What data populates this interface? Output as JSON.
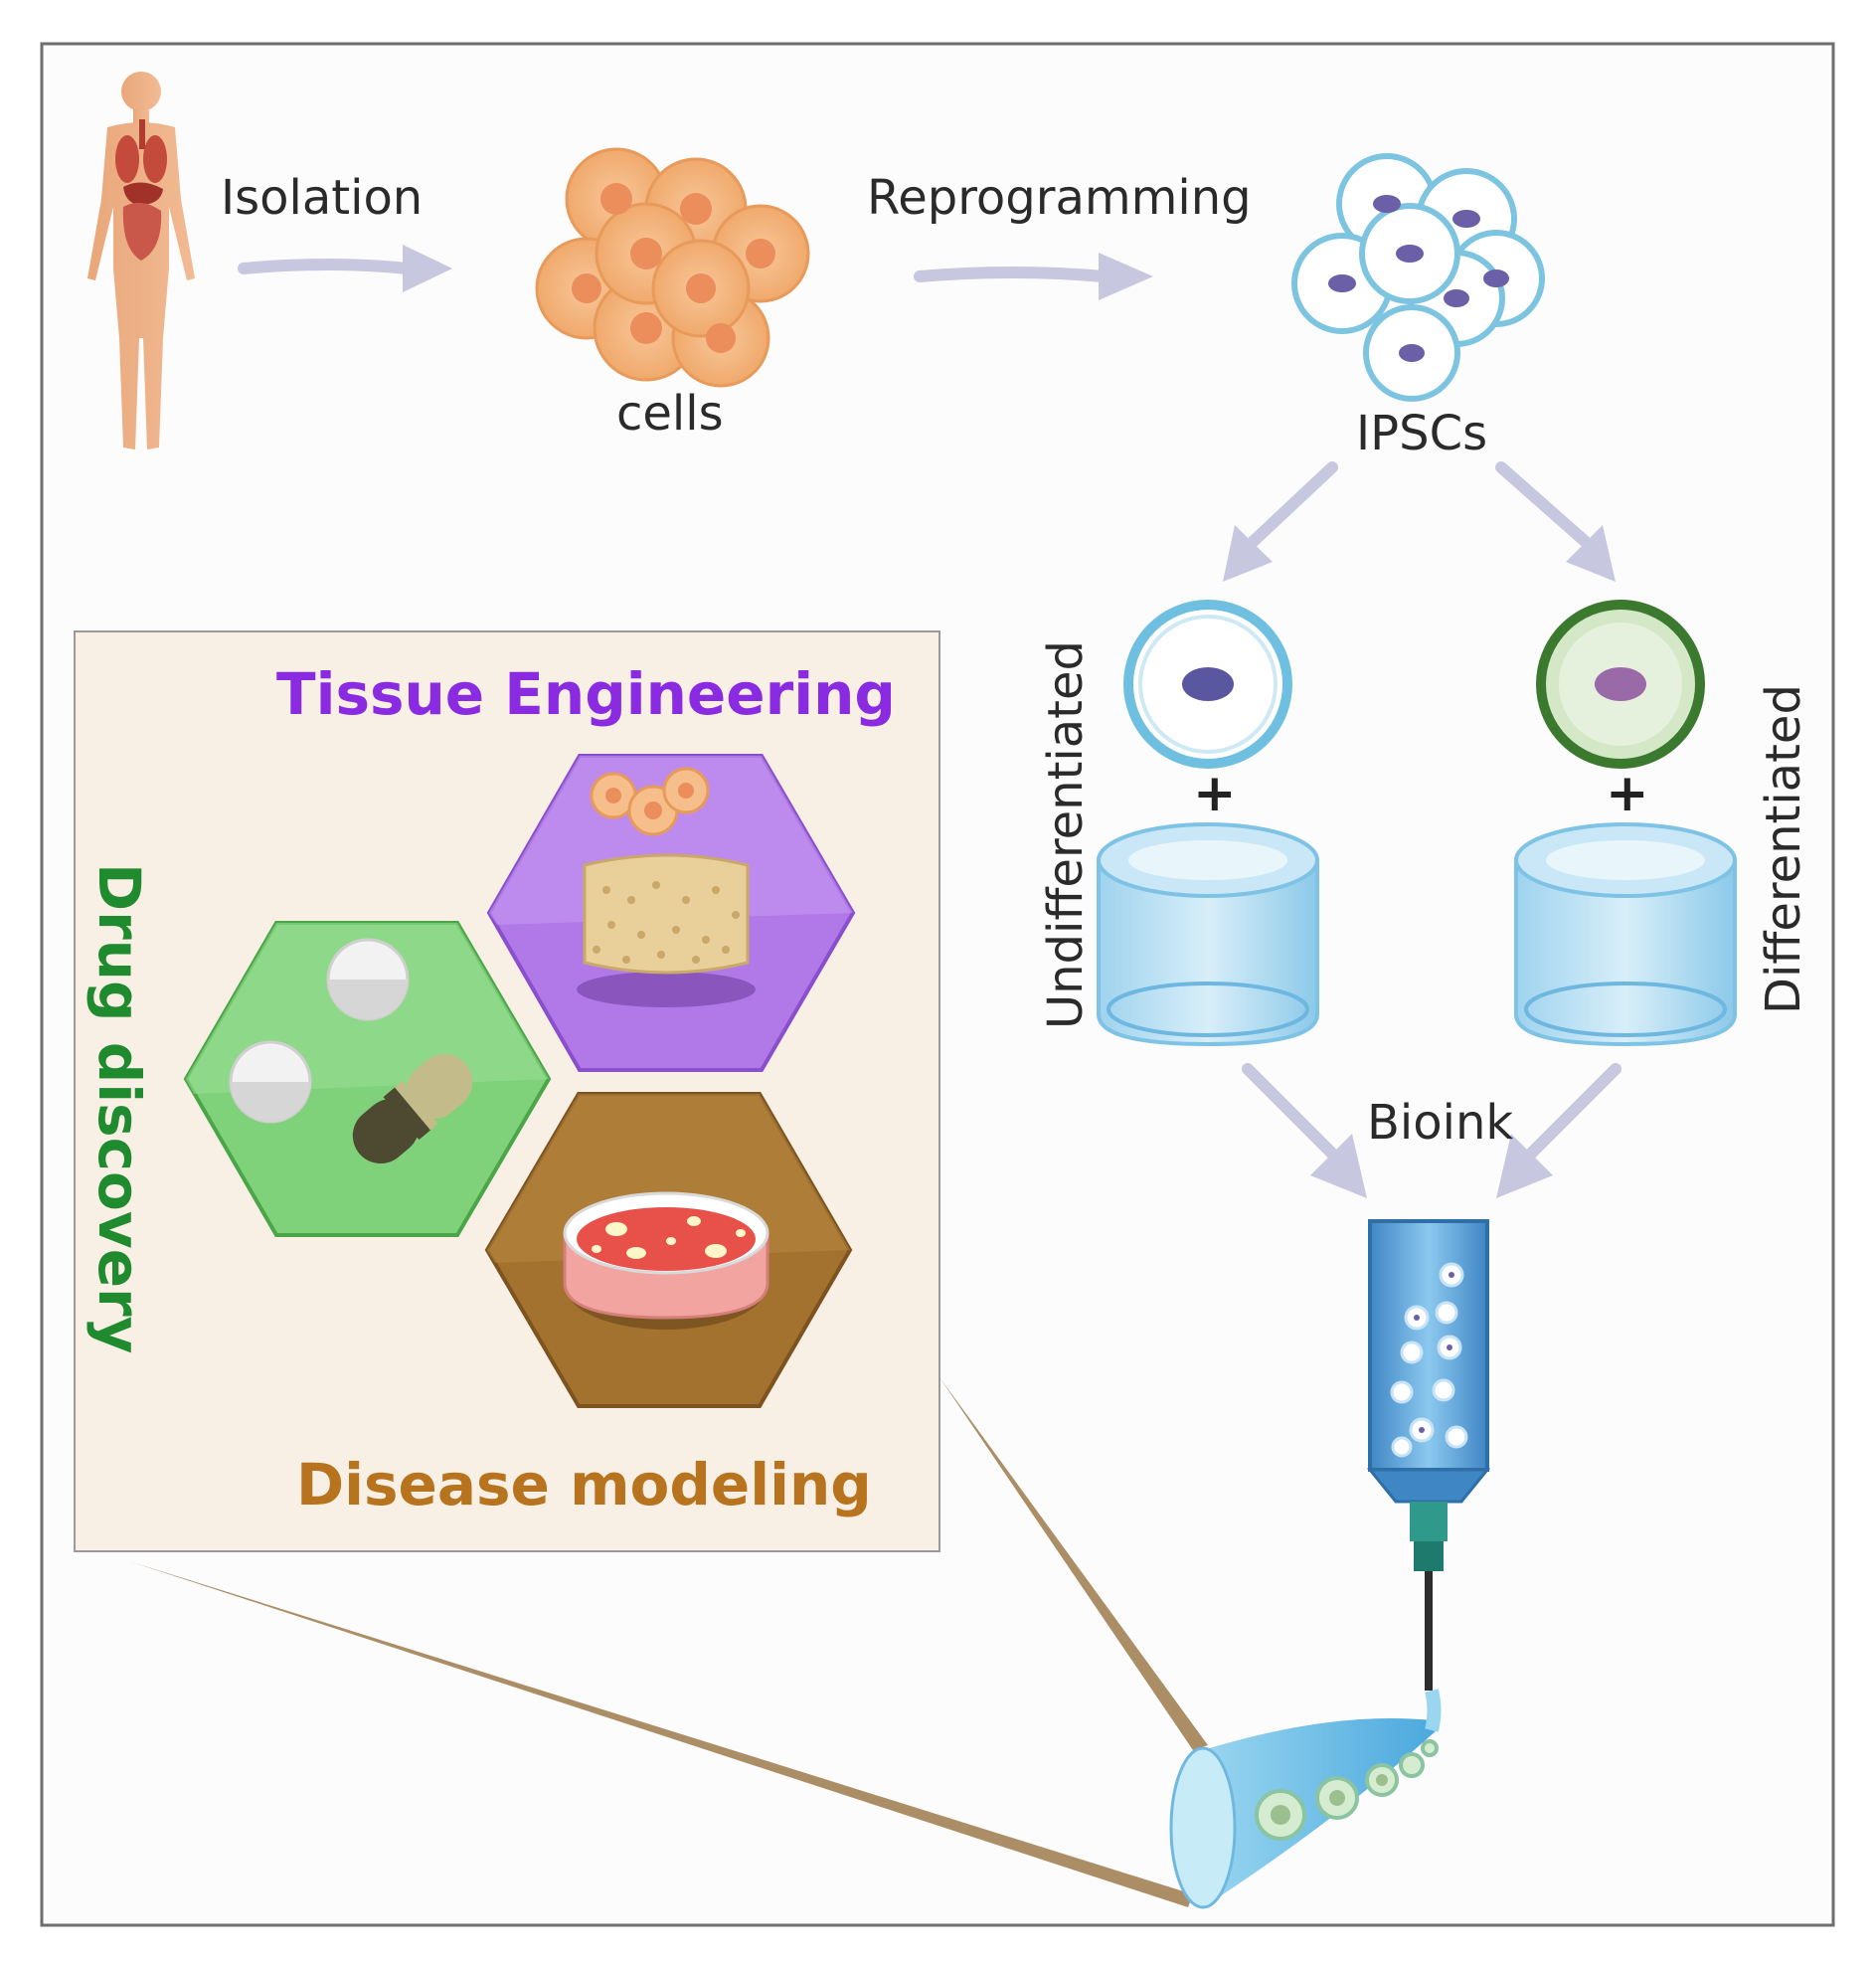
{
  "labels": {
    "isolation": "Isolation",
    "cells": "cells",
    "reprogramming": "Reprogramming",
    "ipscs": "IPSCs",
    "undifferentiated": "Undifferentiated",
    "differentiated": "Differentiated",
    "plus_left": "+",
    "plus_right": "+",
    "bioink": "Bioink"
  },
  "applications": {
    "tissue_engineering": "Tissue Engineering",
    "drug_discovery": "Drug discovery",
    "disease_modeling": "Disease modeling"
  },
  "colors": {
    "tissue_engineering": "#8a2be2",
    "drug_discovery": "#1f8a2e",
    "disease_modeling": "#b8731e",
    "arrow": "#c7c7df",
    "ipsc_outline": "#7cc4e0",
    "cell_orange": "#f4b785",
    "panel_bg": "#f8efe5"
  }
}
